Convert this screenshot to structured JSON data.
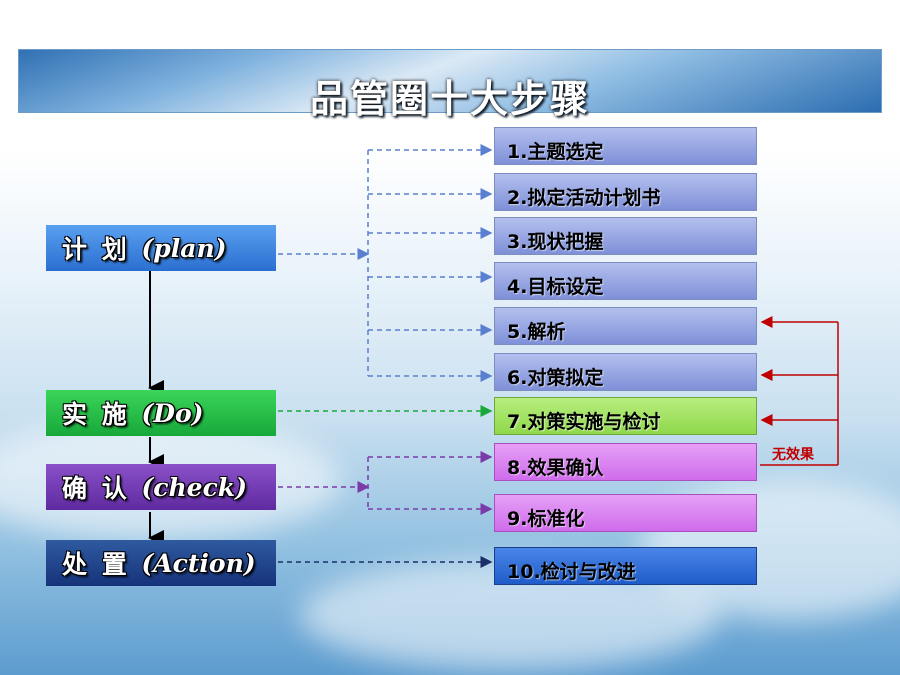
{
  "title": "品管圈十大步骤",
  "phases": [
    {
      "cn": "计 划",
      "en": "(plan)",
      "color_top": "#5aa0f0",
      "color_bottom": "#2a6fd0"
    },
    {
      "cn": "实 施",
      "en": "(Do)",
      "color_top": "#3bd65a",
      "color_bottom": "#17a83a"
    },
    {
      "cn": "确 认",
      "en": "(check)",
      "color_top": "#8a50c8",
      "color_bottom": "#5f2aa0"
    },
    {
      "cn": "处 置",
      "en": "(Action)",
      "color_top": "#2f5aa0",
      "color_bottom": "#16337a"
    }
  ],
  "steps": [
    {
      "label": "1.主题选定",
      "color": "#8f9fe0"
    },
    {
      "label": "2.拟定活动计划书",
      "color": "#8f9fe0"
    },
    {
      "label": "3.现状把握",
      "color": "#8f9fe0"
    },
    {
      "label": "4.目标设定",
      "color": "#8f9fe0"
    },
    {
      "label": "5.解析",
      "color": "#8f9fe0"
    },
    {
      "label": "6.对策拟定",
      "color": "#8f9fe0"
    },
    {
      "label": "7.对策实施与检讨",
      "color": "#9be05a"
    },
    {
      "label": "8.效果确认",
      "color": "#d77af0"
    },
    {
      "label": "9.标准化",
      "color": "#d77af0"
    },
    {
      "label": "10.检讨与改进",
      "color": "#2e6cd6"
    }
  ],
  "feedback_label": "无效果",
  "colors": {
    "plan_line": "#5b7fd0",
    "do_line": "#1aa83a",
    "check_line": "#7a3aa8",
    "action_line": "#1a2f6a",
    "feedback_line": "#c00000"
  }
}
